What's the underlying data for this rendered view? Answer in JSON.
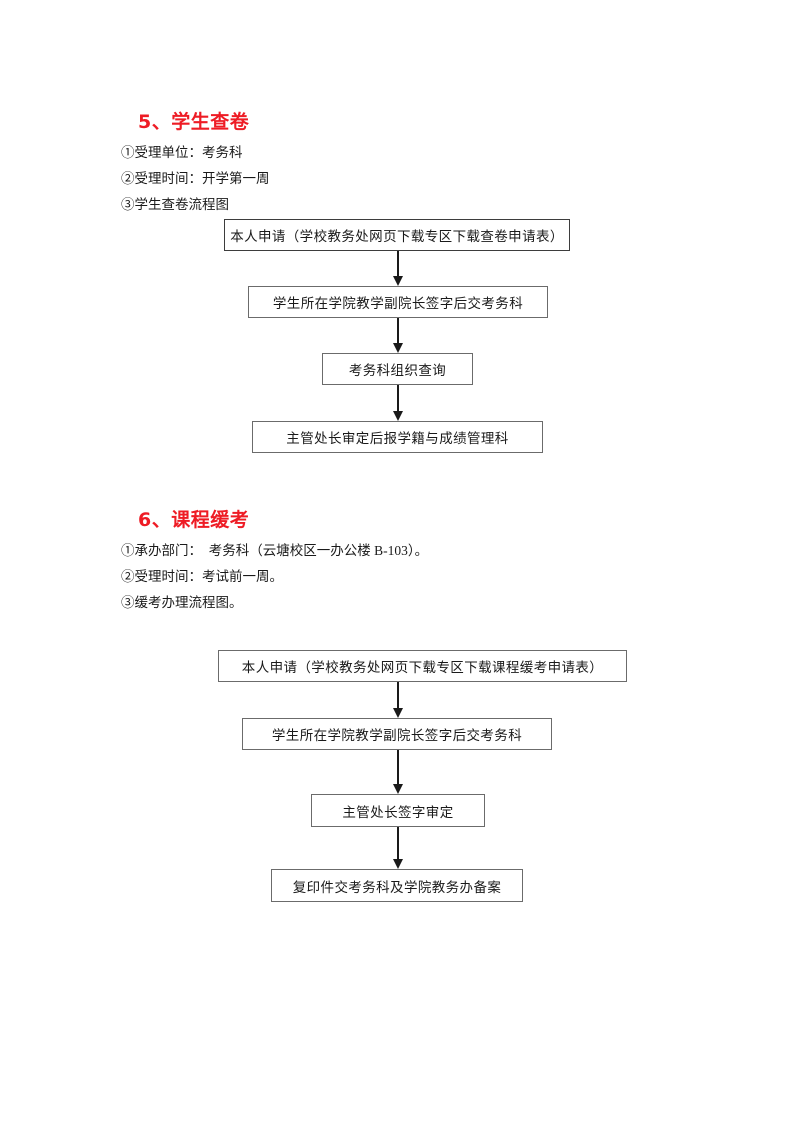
{
  "document": {
    "sections": [
      {
        "id": "section-5",
        "heading": "5、学生查卷",
        "lines": [
          "①受理单位：考务科",
          "②受理时间：开学第一周",
          "③学生查卷流程图"
        ],
        "flowchart": {
          "boxes": [
            "本人申请（学校教务处网页下载专区下载查卷申请表）",
            "学生所在学院教学副院长签字后交考务科",
            "考务科组织查询",
            "主管处长审定后报学籍与成绩管理科"
          ]
        }
      },
      {
        "id": "section-6",
        "heading": "6、课程缓考",
        "lines": [
          "①承办部门：  考务科（云塘校区一办公楼 B-103）。",
          "②受理时间：考试前一周。",
          "③缓考办理流程图。"
        ],
        "flowchart": {
          "boxes": [
            "本人申请（学校教务处网页下载专区下载课程缓考申请表）",
            "学生所在学院教学副院长签字后交考务科",
            "主管处长签字审定",
            "复印件交考务科及学院教务办备案"
          ]
        }
      }
    ],
    "colors": {
      "heading": "#ee1c25",
      "text": "#1a1a1a",
      "box_border": "#6b6b6b",
      "page_background": "#ffffff"
    }
  }
}
